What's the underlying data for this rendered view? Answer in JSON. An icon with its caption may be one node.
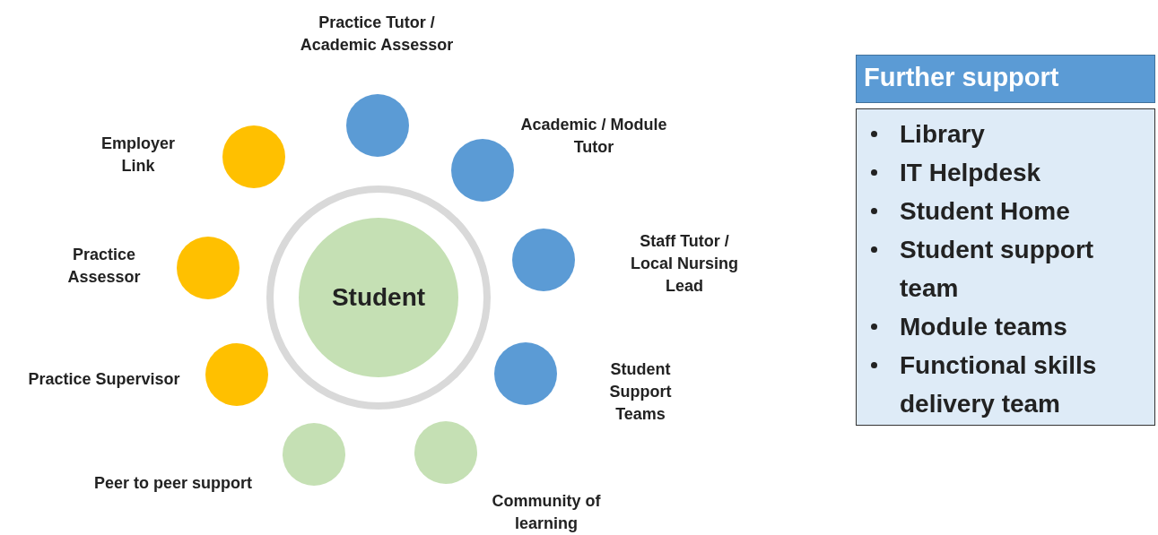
{
  "diagram": {
    "nodes": [
      {
        "text": [
          "Student"
        ]
      },
      {
        "text": [],
        "shape": "circle",
        "beside": [
          "Practice Tutor / Academic Assessor"
        ]
      },
      {
        "text": [],
        "shape": "circle",
        "beside": [
          "Academic / Module Tutor"
        ]
      },
      {
        "text": [],
        "shape": "circle",
        "beside": [
          "Staff Tutor / Local Nursing Lead"
        ]
      },
      {
        "text": [],
        "shape": "circle",
        "beside": [
          "Student Support Teams"
        ]
      },
      {
        "text": [],
        "shape": "circle",
        "beside": [
          "Community of learning"
        ]
      },
      {
        "text": [],
        "shape": "circle",
        "beside": [
          "Peer to peer support"
        ]
      },
      {
        "text": [],
        "shape": "circle",
        "beside": [
          "Practice Supervisor"
        ]
      },
      {
        "text": [],
        "shape": "circle",
        "beside": [
          "Practice Assessor"
        ]
      },
      {
        "text": [],
        "shape": "circle",
        "beside": [
          "Employer Link"
        ]
      },
      {
        "text": [
          "Further support"
        ]
      },
      {
        "text": [
          "Library",
          "IT Helpdesk",
          "Student Home",
          "Student support team",
          "Module teams",
          "Functional skills delivery team"
        ]
      }
    ]
  }
}
